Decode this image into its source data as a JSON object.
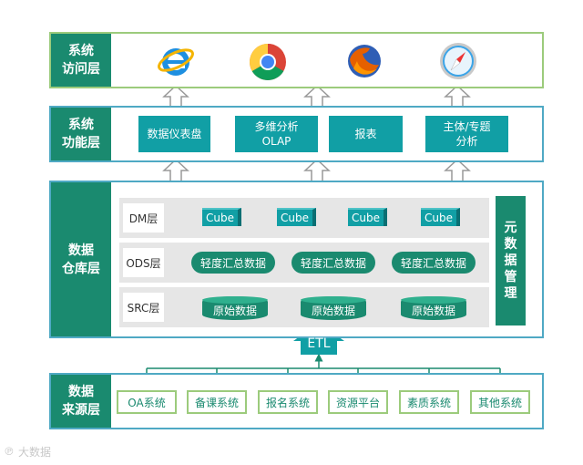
{
  "access_layer": {
    "label": "系统\n访问层",
    "browsers": [
      "internet-explorer",
      "chrome",
      "firefox",
      "safari"
    ]
  },
  "function_layer": {
    "label": "系统\n功能层",
    "items": [
      "数据仪表盘",
      "多维分析\nOLAP",
      "报表",
      "主体/专题\n分析"
    ]
  },
  "warehouse_layer": {
    "label": "数据\n仓库层",
    "rows": [
      {
        "label": "DM层",
        "items": [
          "Cube",
          "Cube",
          "Cube",
          "Cube"
        ]
      },
      {
        "label": "ODS层",
        "items": [
          "轻度汇总数据",
          "轻度汇总数据",
          "轻度汇总数据"
        ]
      },
      {
        "label": "SRC层",
        "items": [
          "原始数据",
          "原始数据",
          "原始数据"
        ]
      }
    ],
    "meta_label": "元\n数\n据\n管\n理"
  },
  "etl": {
    "label": "ETL"
  },
  "source_layer": {
    "label": "数据\n来源层",
    "items": [
      "OA系统",
      "备课系统",
      "报名系统",
      "资源平台",
      "素质系统",
      "其他系统"
    ]
  },
  "watermark": "大数据",
  "colors": {
    "green": "#1a8a6f",
    "teal": "#119fa5",
    "light_green": "#9ccb7c",
    "teal_border": "#4fa9c4"
  }
}
